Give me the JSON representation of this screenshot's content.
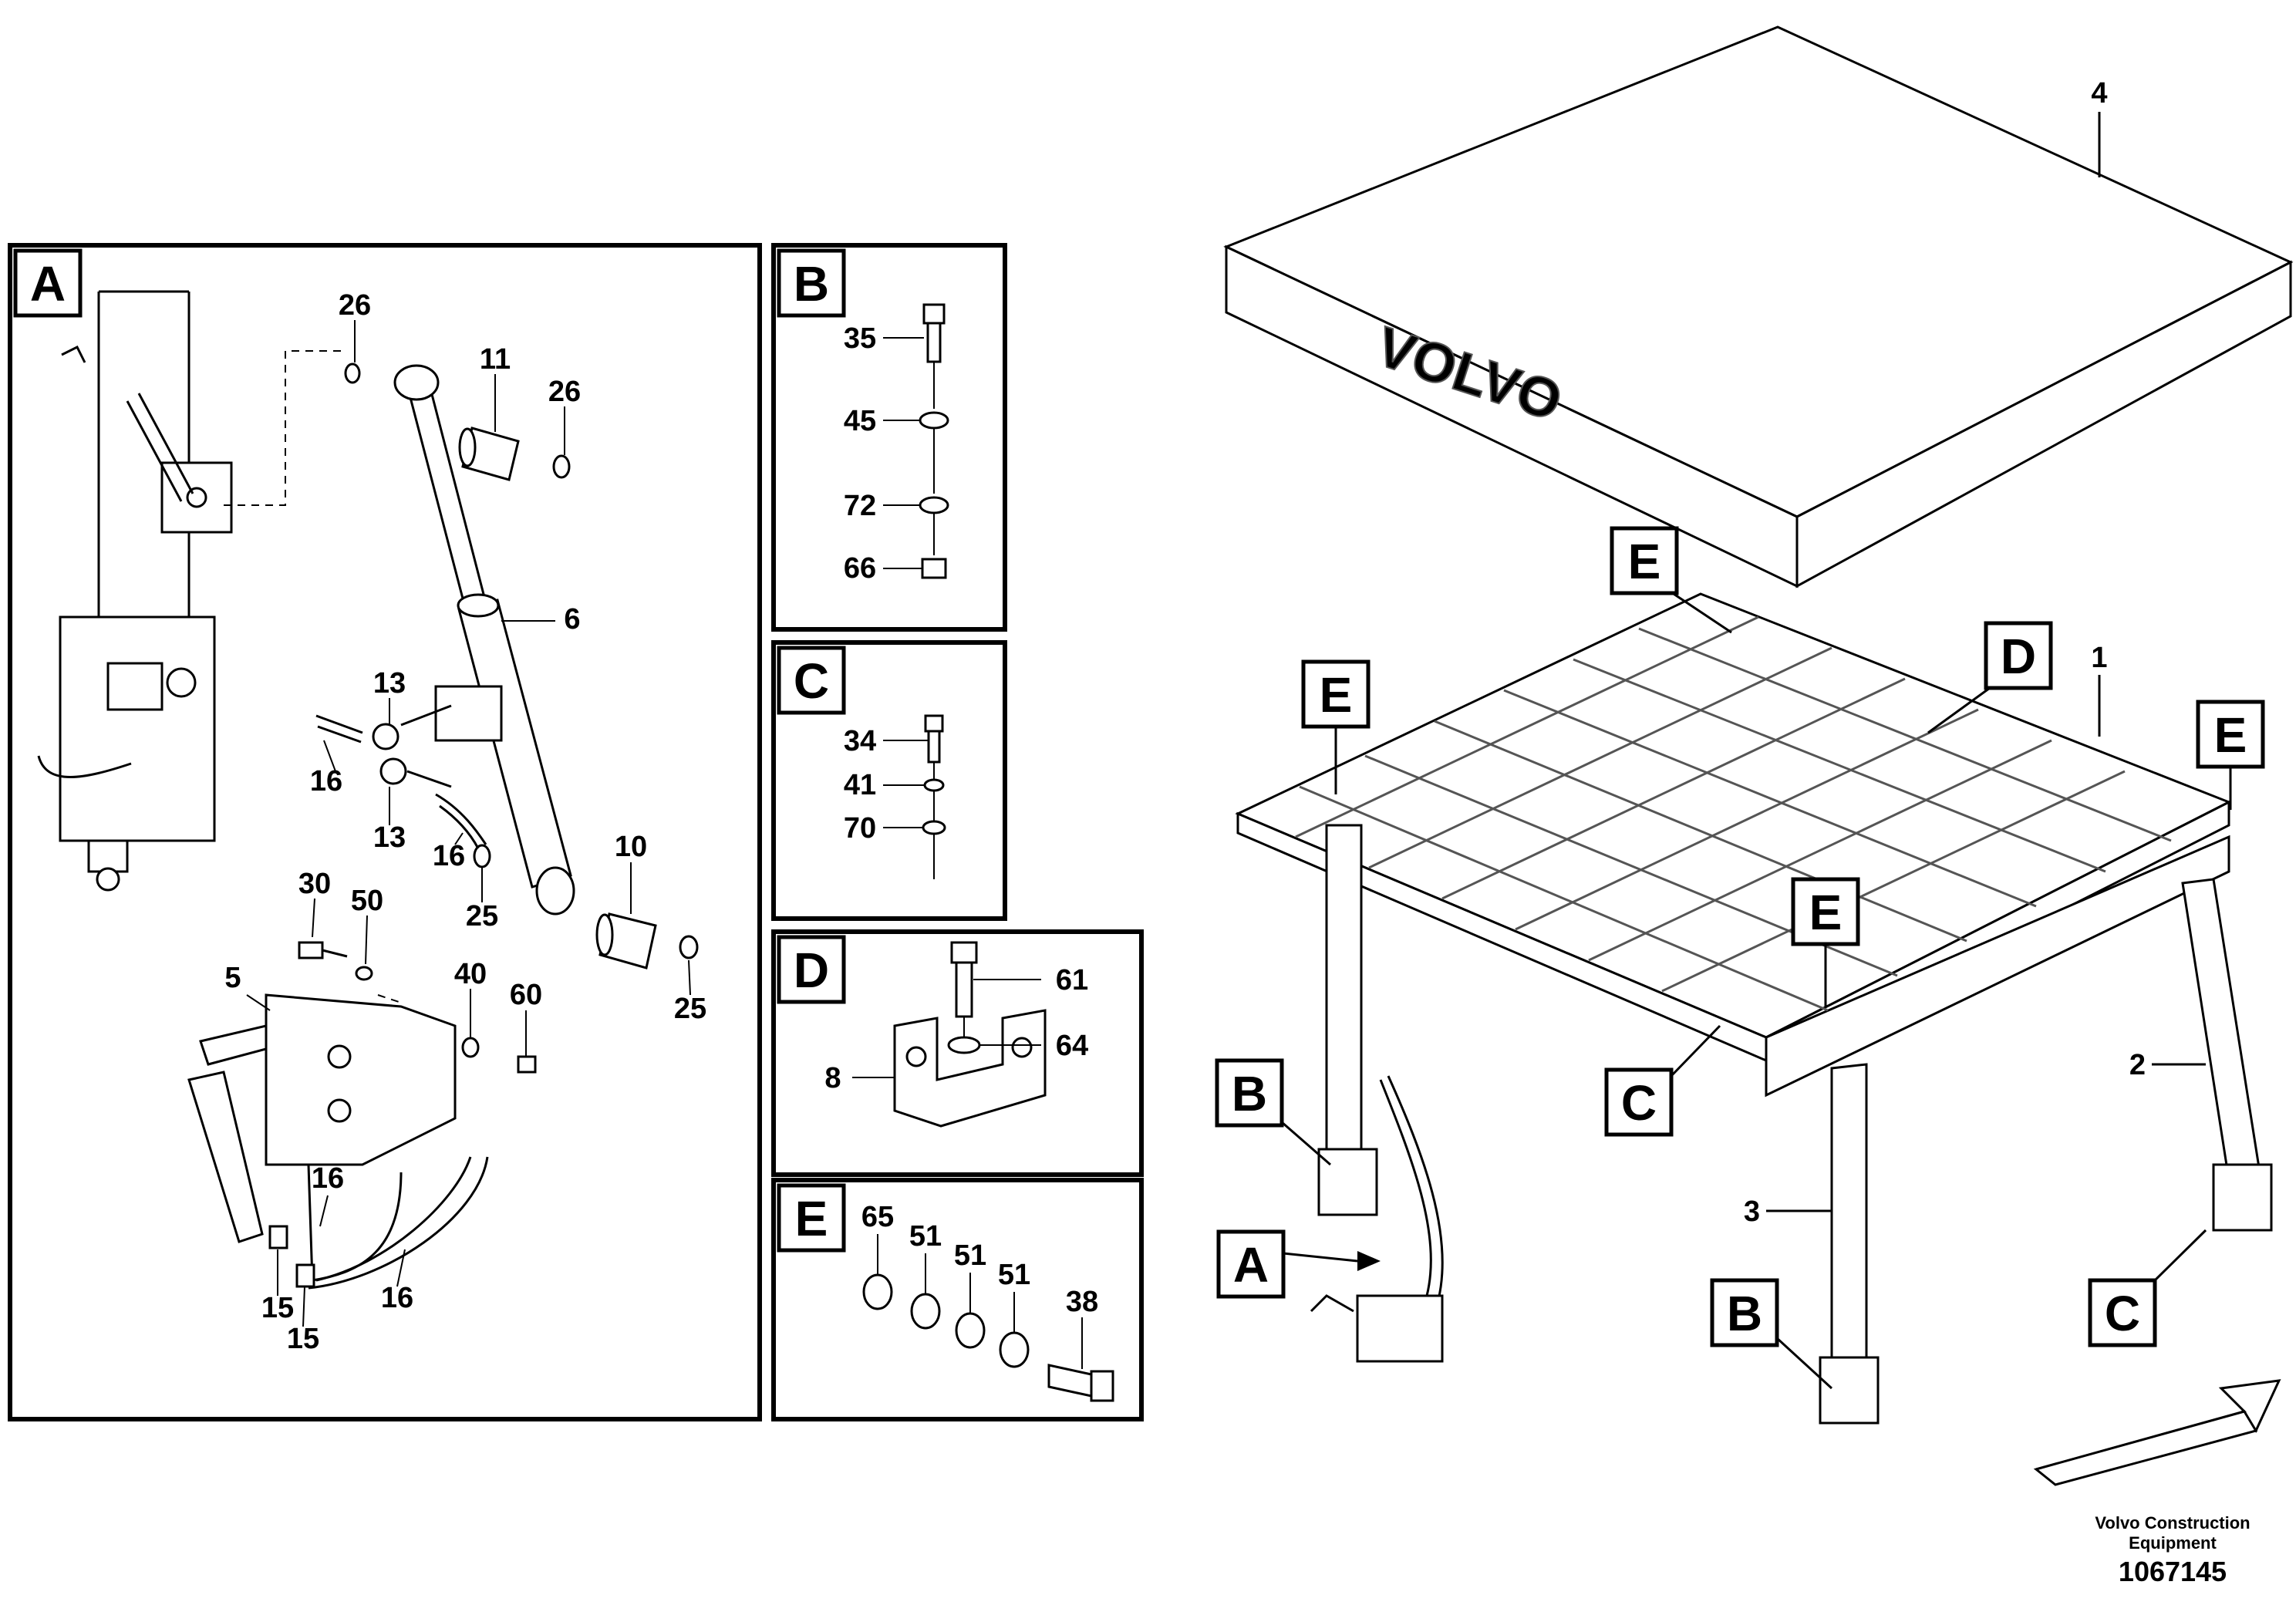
{
  "panels": [
    {
      "id": "A",
      "letter": "A"
    },
    {
      "id": "B",
      "letter": "B"
    },
    {
      "id": "C",
      "letter": "C"
    },
    {
      "id": "D",
      "letter": "D"
    },
    {
      "id": "E",
      "letter": "E"
    }
  ],
  "panel_a_parts": [
    "26",
    "11",
    "26",
    "6",
    "13",
    "16",
    "13",
    "16",
    "25",
    "10",
    "25",
    "30",
    "50",
    "5",
    "40",
    "60",
    "16",
    "15",
    "15",
    "16"
  ],
  "panel_b_parts": [
    "35",
    "45",
    "72",
    "66"
  ],
  "panel_c_parts": [
    "34",
    "41",
    "70"
  ],
  "panel_d_parts": [
    "61",
    "64",
    "8"
  ],
  "panel_e_parts": [
    "65",
    "51",
    "51",
    "51",
    "38"
  ],
  "main_parts": [
    "4",
    "1",
    "2",
    "3"
  ],
  "main_callouts": [
    "E",
    "E",
    "D",
    "E",
    "E",
    "B",
    "C",
    "A",
    "B",
    "C"
  ],
  "roof_text": "VOLVO",
  "footer": {
    "company_line1": "Volvo Construction",
    "company_line2": "Equipment",
    "doc_number": "1067145"
  }
}
